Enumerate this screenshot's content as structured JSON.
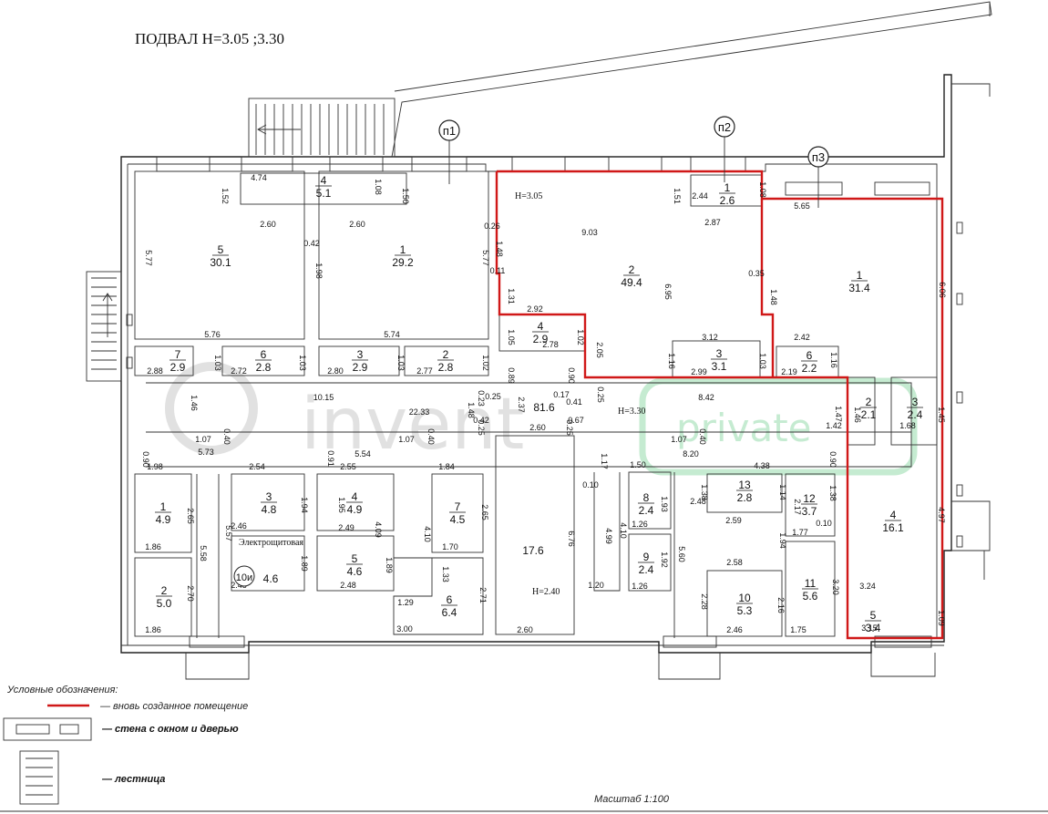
{
  "title": "ПОДВАЛ  Н=3.05 ;3.30",
  "axes": [
    "п1",
    "п2",
    "п3"
  ],
  "scale": "Масштаб 1:100",
  "legend": {
    "heading": "Условные обозначения:",
    "new_room": "— вновь созданное помещение",
    "wall_window_door": "— стена с окном и дверью",
    "stair": "— лестница"
  },
  "watermark": {
    "left": "invent",
    "right": "private"
  },
  "colors": {
    "new_room": "#d01818",
    "lines": "#222222",
    "watermark": "#bdbdbd",
    "watermark_green": "#7fd39a"
  },
  "rooms": [
    {
      "num": "4",
      "area": "5.1"
    },
    {
      "num": "5",
      "area": "30.1"
    },
    {
      "num": "1",
      "area": "29.2"
    },
    {
      "num": "2",
      "area": "49.4"
    },
    {
      "num": "1",
      "area": "2.6"
    },
    {
      "num": "1",
      "area": "31.4"
    },
    {
      "num": "7",
      "area": "2.9"
    },
    {
      "num": "6",
      "area": "2.8"
    },
    {
      "num": "3",
      "area": "2.9"
    },
    {
      "num": "2",
      "area": "2.8"
    },
    {
      "num": "4",
      "area": "2.9"
    },
    {
      "num": "3",
      "area": "3.1"
    },
    {
      "num": "6",
      "area": "2.2"
    },
    {
      "num": "",
      "area": "81.6"
    },
    {
      "num": "2",
      "area": "2.1"
    },
    {
      "num": "3",
      "area": "2.4"
    },
    {
      "num": "1",
      "area": "4.9"
    },
    {
      "num": "2",
      "area": "5.0"
    },
    {
      "num": "3",
      "area": "4.8"
    },
    {
      "num": "",
      "area": "4.6"
    },
    {
      "num": "4",
      "area": "4.9"
    },
    {
      "num": "5",
      "area": "4.6"
    },
    {
      "num": "7",
      "area": "4.5"
    },
    {
      "num": "6",
      "area": "6.4"
    },
    {
      "num": "",
      "area": "17.6"
    },
    {
      "num": "8",
      "area": "2.4"
    },
    {
      "num": "9",
      "area": "2.4"
    },
    {
      "num": "13",
      "area": "2.8"
    },
    {
      "num": "12",
      "area": "3.7"
    },
    {
      "num": "10",
      "area": "5.3"
    },
    {
      "num": "11",
      "area": "5.6"
    },
    {
      "num": "4",
      "area": "16.1"
    },
    {
      "num": "5",
      "area": "3.4"
    }
  ],
  "notes": {
    "h305": "Н=3.05",
    "h330": "Н=3.30",
    "h240": "Н=2.40",
    "elektro": "Электрощитовая",
    "tag10i": "10и"
  },
  "dims": [
    "4.74",
    "1.52",
    "1.08",
    "1.50",
    "5.77",
    "2.60",
    "2.60",
    "0.42",
    "1.98",
    "5.77",
    "5.76",
    "5.74",
    "2.88",
    "1.03",
    "2.72",
    "1.03",
    "2.80",
    "1.03",
    "2.77",
    "1.02",
    "0.26",
    "1.48",
    "9.03",
    "0.11",
    "1.31",
    "1.51",
    "2.44",
    "1.08",
    "2.87",
    "0.35",
    "1.48",
    "6.95",
    "2.92",
    "1.05",
    "1.02",
    "2.78",
    "2.05",
    "3.12",
    "1.16",
    "2.99",
    "1.03",
    "5.65",
    "6.06",
    "2.42",
    "1.16",
    "2.19",
    "1.46",
    "10.15",
    "22.33",
    "1.48",
    "0.23",
    "0.25",
    "2.37",
    "0.89",
    "0.90",
    "0.17",
    "0.41",
    "0.25",
    "8.42",
    "1.47",
    "1.46",
    "1.42",
    "1.45",
    "1.68",
    "1.07",
    "0.40",
    "5.73",
    "5.54",
    "1.07",
    "0.40",
    "0.25",
    "0.42",
    "2.60",
    "0.25",
    "0.67",
    "1.07",
    "0.40",
    "8.20",
    "0.90",
    "1.98",
    "2.54",
    "0.91",
    "2.55",
    "1.84",
    "1.17",
    "1.50",
    "4.38",
    "0.90",
    "2.65",
    "1.86",
    "1.94",
    "2.46",
    "1.95",
    "2.49",
    "4.09",
    "4.10",
    "2.65",
    "1.70",
    "5.57",
    "5.58",
    "1.89",
    "2.45",
    "1.89",
    "2.48",
    "1.33",
    "2.71",
    "1.29",
    "3.00",
    "2.70",
    "1.86",
    "6.76",
    "2.60",
    "0.10",
    "4.99",
    "4.10",
    "1.20",
    "1.93",
    "1.26",
    "1.92",
    "1.26",
    "5.60",
    "1.38",
    "2.48",
    "1.14",
    "2.17",
    "1.38",
    "0.10",
    "2.59",
    "1.94",
    "1.77",
    "2.58",
    "2.28",
    "2.16",
    "2.46",
    "3.20",
    "1.75",
    "4.97",
    "3.24",
    "3.15",
    "1.09"
  ]
}
